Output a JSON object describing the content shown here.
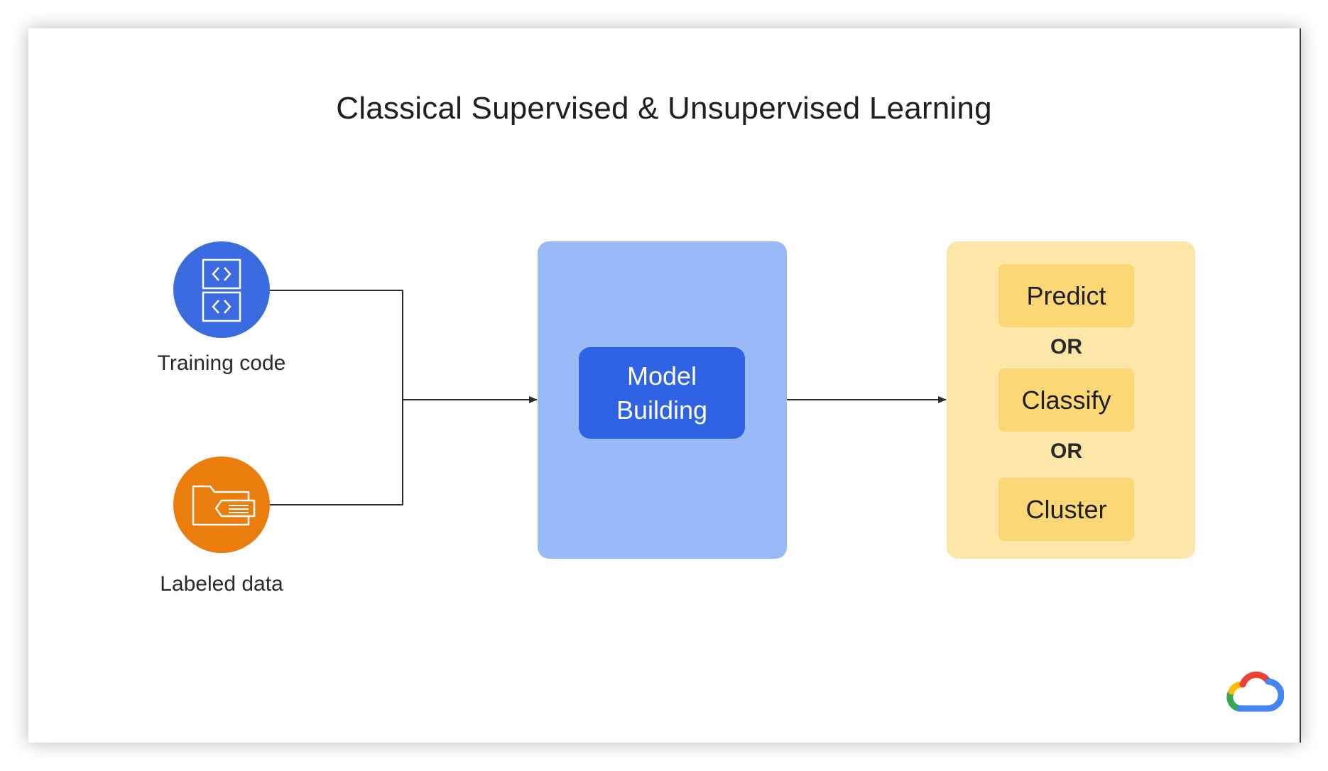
{
  "title": "Classical Supervised & Unsupervised Learning",
  "inputs": {
    "training_code": {
      "label": "Training code",
      "icon": "code-brackets-icon",
      "color": "#3c6ae0"
    },
    "labeled_data": {
      "label": "Labeled data",
      "icon": "folder-icon",
      "color": "#ea7d0c"
    }
  },
  "model": {
    "line1": "Model",
    "line2": "Building",
    "panel_color": "#99baf6",
    "box_color": "#2f63e3"
  },
  "outputs": {
    "items": [
      "Predict",
      "Classify",
      "Cluster"
    ],
    "separator": "OR",
    "panel_color": "#fce7a9",
    "box_color": "#fbd776"
  },
  "logo": {
    "icon": "google-cloud-logo-icon"
  }
}
